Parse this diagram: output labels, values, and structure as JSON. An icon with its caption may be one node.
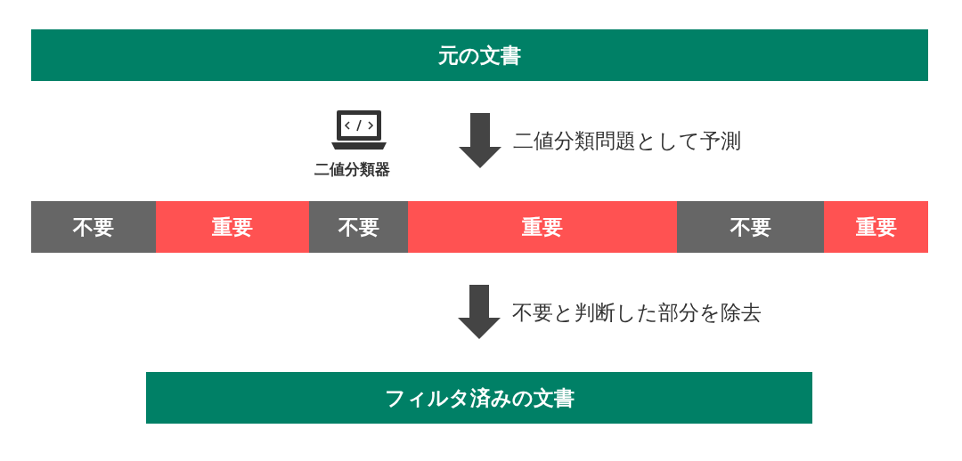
{
  "diagram": {
    "nodes": [
      {
        "text": [
          "元の文書"
        ]
      },
      {
        "text": [
          "不要"
        ]
      },
      {
        "text": [
          "重要"
        ]
      },
      {
        "text": [
          "不要"
        ]
      },
      {
        "text": [
          "重要"
        ]
      },
      {
        "text": [
          "不要"
        ]
      },
      {
        "text": [
          "重要"
        ]
      },
      {
        "text": [
          "フィルタ済みの文書"
        ]
      }
    ],
    "edges": [
      {
        "from": 0,
        "to": 4,
        "arrow": "to",
        "label": "二値分類問題として予測"
      },
      {
        "from": 4,
        "to": 7,
        "arrow": "to",
        "label": "不要と判断した部分を除去"
      }
    ],
    "labels": [
      "二値分類器"
    ]
  }
}
